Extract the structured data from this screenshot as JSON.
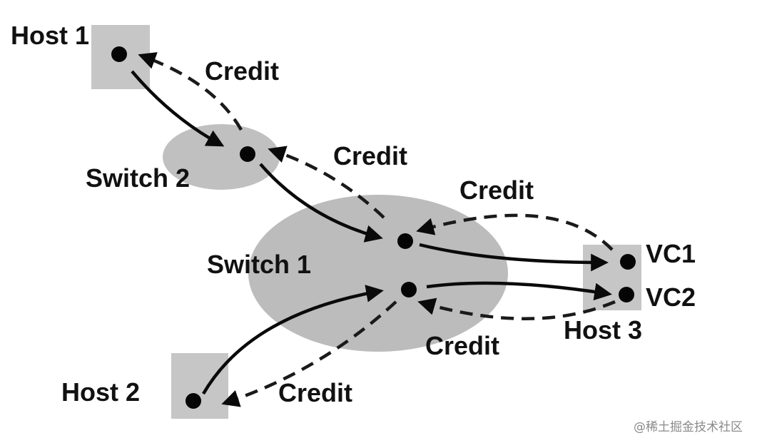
{
  "nodes": {
    "host1": "Host 1",
    "host2": "Host 2",
    "host3": "Host 3",
    "switch1": "Switch 1",
    "switch2": "Switch 2",
    "vc1": "VC1",
    "vc2": "VC2"
  },
  "credits": {
    "host1_switch2": "Credit",
    "switch2_switch1": "Credit",
    "switch1_vc1": "Credit",
    "switch1_vc2": "Credit",
    "switch1_host2": "Credit"
  },
  "watermark": "@稀土掘金技术社区",
  "colors": {
    "box_fill": "#c6c6c6",
    "ellipse_fill": "#bcbcbc",
    "line": "#0a0a0a"
  }
}
